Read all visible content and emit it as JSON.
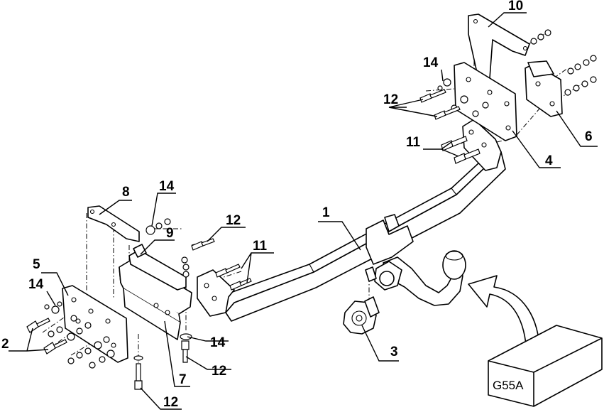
{
  "part_numbers": {
    "p1": "1",
    "p2": "2",
    "p3": "3",
    "p4": "4",
    "p5": "5",
    "p6": "6",
    "p7": "7",
    "p8": "8",
    "p9": "9",
    "p10": "10",
    "p11": "11",
    "p12": "12",
    "p14": "14"
  },
  "model_box": {
    "label": "G55A"
  },
  "colors": {
    "line": "#000000",
    "fill": "#ffffff"
  }
}
